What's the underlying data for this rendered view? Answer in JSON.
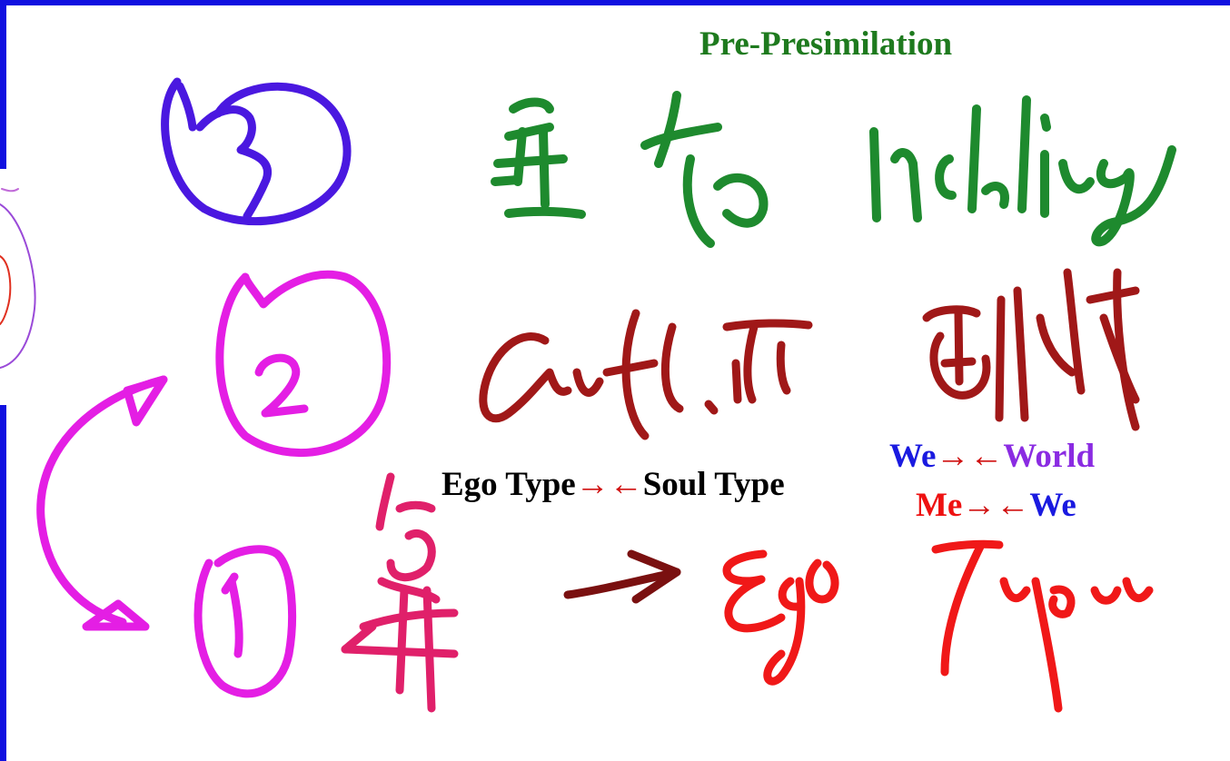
{
  "heading": {
    "text": "Pre-Presimilation",
    "color": "#1e7a1e"
  },
  "relations": {
    "ego_soul": {
      "left": "Ego Type",
      "arrows": "→←",
      "right": "Soul Type",
      "text_color": "#000000",
      "arrow_color": "#d01010"
    },
    "we_world": {
      "left": "We",
      "arrows": "→←",
      "right": "World",
      "left_color": "#1a1ae0",
      "arrow_color": "#d01010",
      "right_color": "#8a2be2"
    },
    "me_we": {
      "left": "Me",
      "arrows": "→←",
      "right": "We",
      "left_color": "#ee1111",
      "arrow_color": "#d01010",
      "right_color": "#1a1ae0"
    }
  },
  "colors": {
    "frame": "#1010e0",
    "ink_blue": "#4a18e0",
    "ink_green": "#1e8a2e",
    "ink_magenta": "#e41ee4",
    "ink_darkred": "#a01818",
    "ink_red": "#f01818",
    "ink_pink": "#e0206a"
  }
}
